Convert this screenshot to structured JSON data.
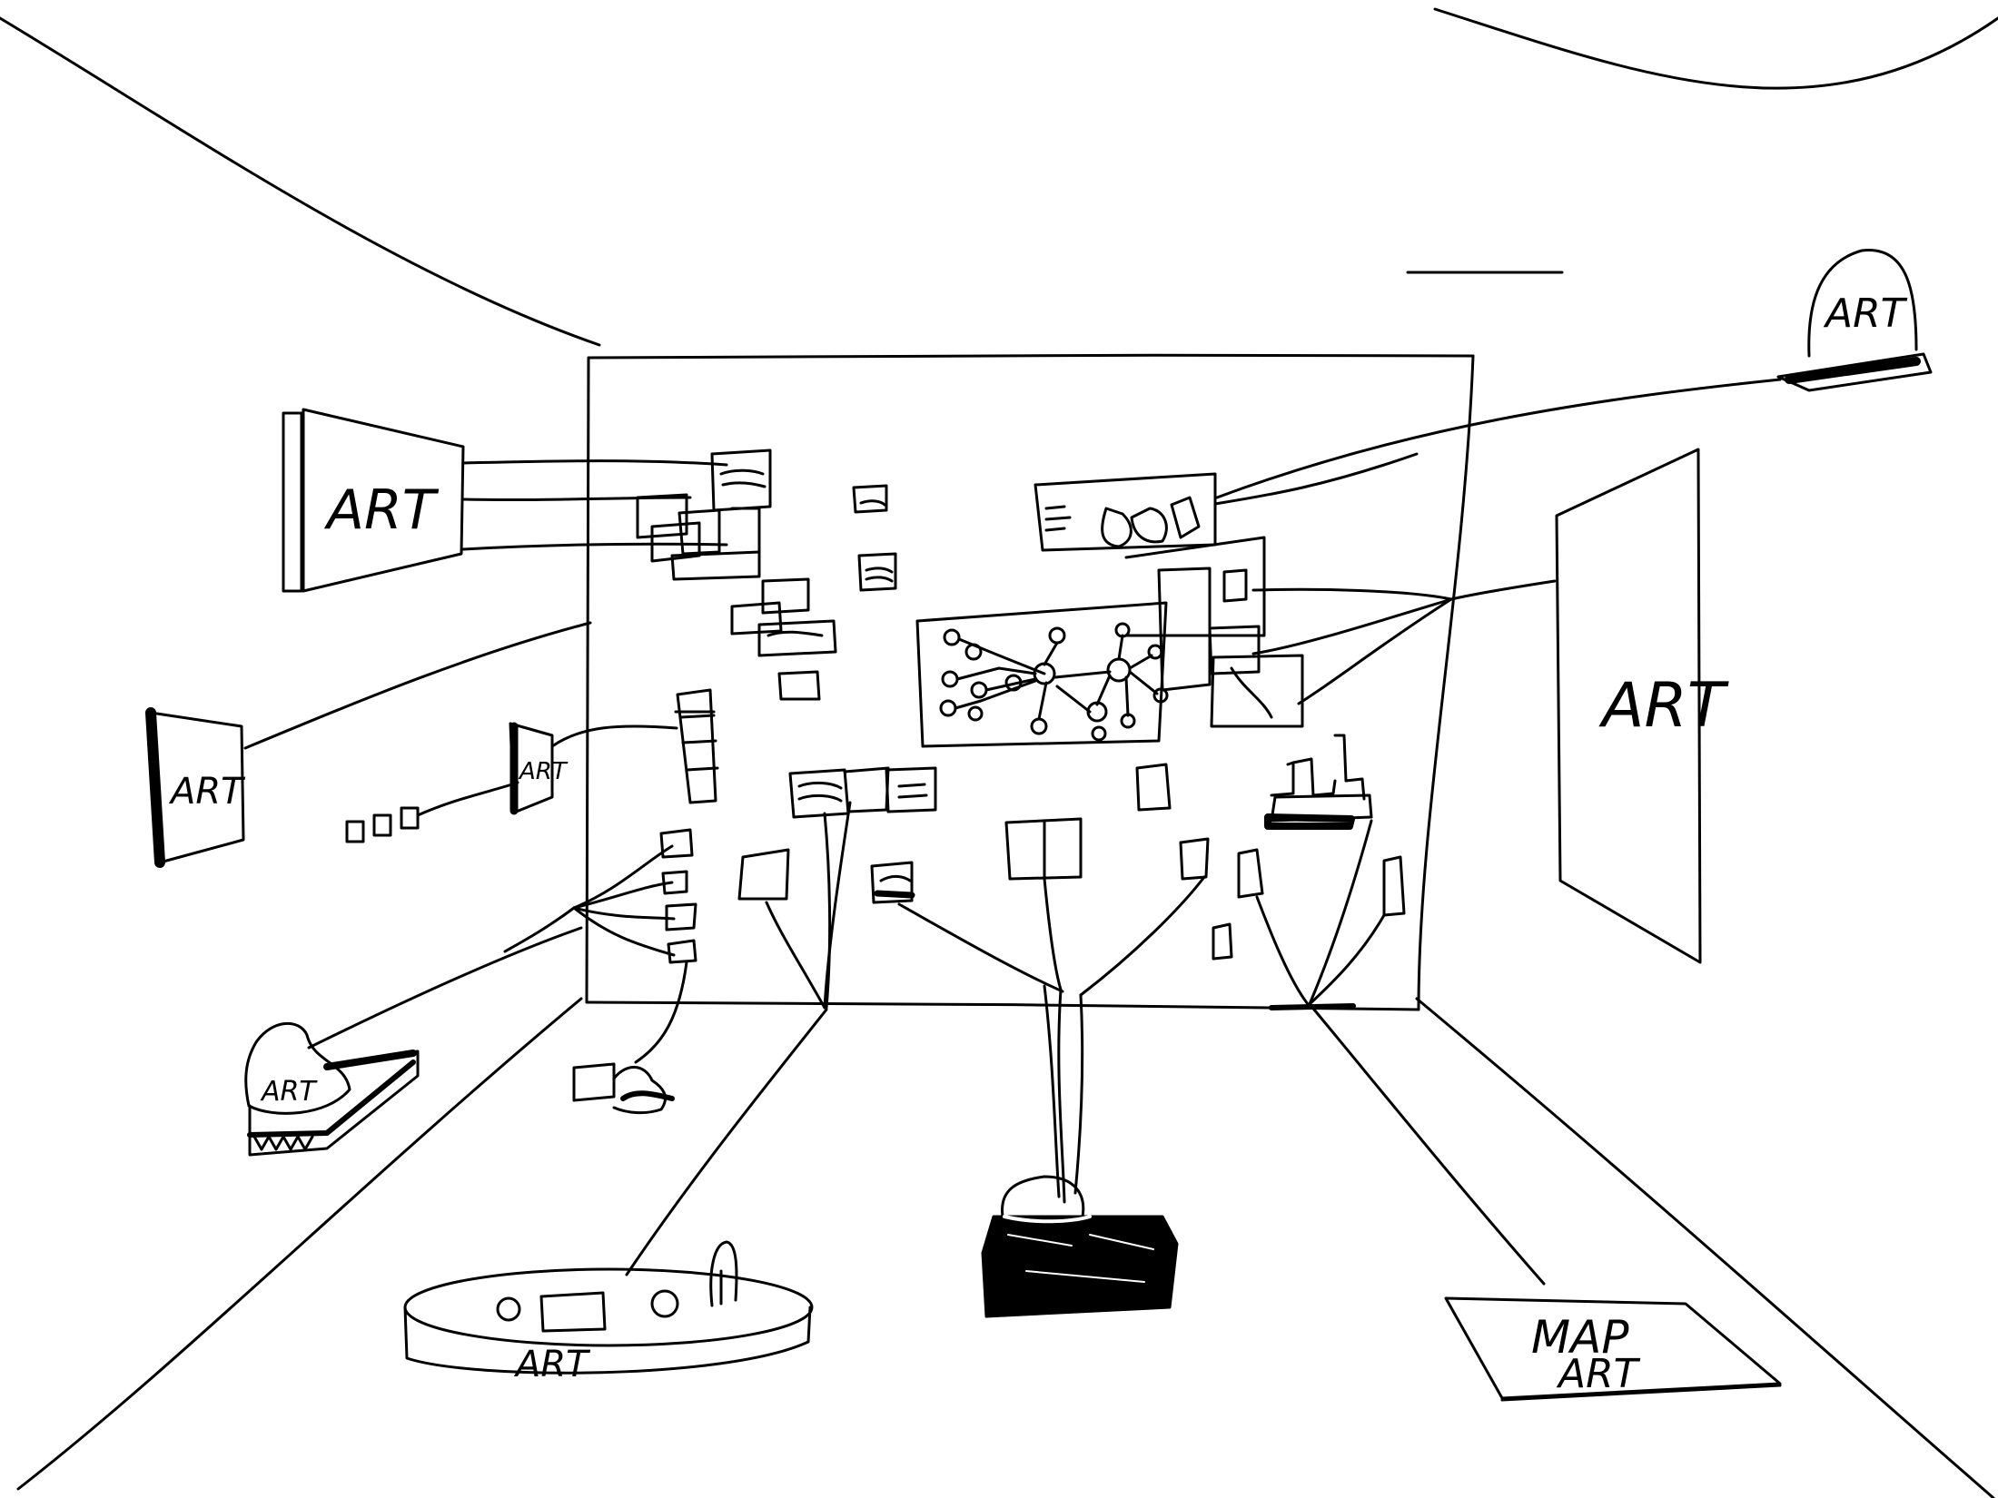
{
  "labels": {
    "left_top": "ART",
    "left_mid": "ART",
    "left_small": "ART",
    "left_floor": "ART",
    "right_top": "ART",
    "right_big": "ART",
    "table": "ART",
    "map_line1": "MAP",
    "map_line2": "ART"
  },
  "colors": {
    "ink": "#000000",
    "paper": "#ffffff"
  }
}
